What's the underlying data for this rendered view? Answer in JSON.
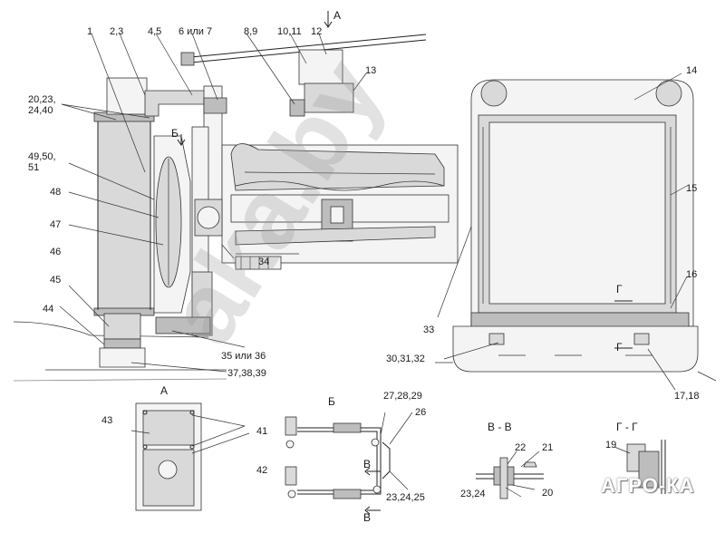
{
  "callouts": [
    {
      "id": "c1",
      "text": "1"
    },
    {
      "id": "c2",
      "text": "2,3"
    },
    {
      "id": "c3",
      "text": "4,5"
    },
    {
      "id": "c4",
      "text": "6 или 7"
    },
    {
      "id": "c5",
      "text": "8,9"
    },
    {
      "id": "c6",
      "text": "10,11"
    },
    {
      "id": "c7",
      "text": "12"
    },
    {
      "id": "c8",
      "text": "13"
    },
    {
      "id": "c9",
      "text": "14"
    },
    {
      "id": "c10",
      "text": "20,23,\n24,40"
    },
    {
      "id": "c11",
      "text": "49,50,\n51"
    },
    {
      "id": "c12",
      "text": "48"
    },
    {
      "id": "c13",
      "text": "47"
    },
    {
      "id": "c14",
      "text": "46"
    },
    {
      "id": "c15",
      "text": "45"
    },
    {
      "id": "c16",
      "text": "44"
    },
    {
      "id": "c17",
      "text": "15"
    },
    {
      "id": "c18",
      "text": "16"
    },
    {
      "id": "c19",
      "text": "33"
    },
    {
      "id": "c20",
      "text": "34"
    },
    {
      "id": "c21",
      "text": "35 или 36"
    },
    {
      "id": "c22",
      "text": "37,38,39"
    },
    {
      "id": "c23",
      "text": "30,31,32"
    },
    {
      "id": "c24",
      "text": "17,18"
    },
    {
      "id": "c25",
      "text": "43"
    },
    {
      "id": "c26",
      "text": "41"
    },
    {
      "id": "c27",
      "text": "42"
    },
    {
      "id": "c28",
      "text": "27,28,29"
    },
    {
      "id": "c29",
      "text": "26"
    },
    {
      "id": "c30",
      "text": "23,24,25"
    },
    {
      "id": "c31",
      "text": "22"
    },
    {
      "id": "c32",
      "text": "21"
    },
    {
      "id": "c33",
      "text": "23,24"
    },
    {
      "id": "c34",
      "text": "20"
    },
    {
      "id": "c35",
      "text": "19"
    }
  ],
  "view_marks": [
    {
      "id": "m1",
      "text": "А"
    },
    {
      "id": "m2",
      "text": "Б"
    },
    {
      "id": "m3",
      "text": "Г"
    },
    {
      "id": "m4",
      "text": "Г"
    },
    {
      "id": "m5",
      "text": "В"
    },
    {
      "id": "m6",
      "text": "В"
    }
  ],
  "section_titles": [
    {
      "id": "s1",
      "text": "А"
    },
    {
      "id": "s2",
      "text": "Б"
    },
    {
      "id": "s3",
      "text": "В - В"
    },
    {
      "id": "s4",
      "text": "Г - Г"
    }
  ],
  "watermark": "aka.by",
  "logo_text": "АГРО-КА",
  "colors": {
    "line": "#222222",
    "fill_light": "#d9d9d9",
    "fill_dark": "#bdbdbd"
  }
}
